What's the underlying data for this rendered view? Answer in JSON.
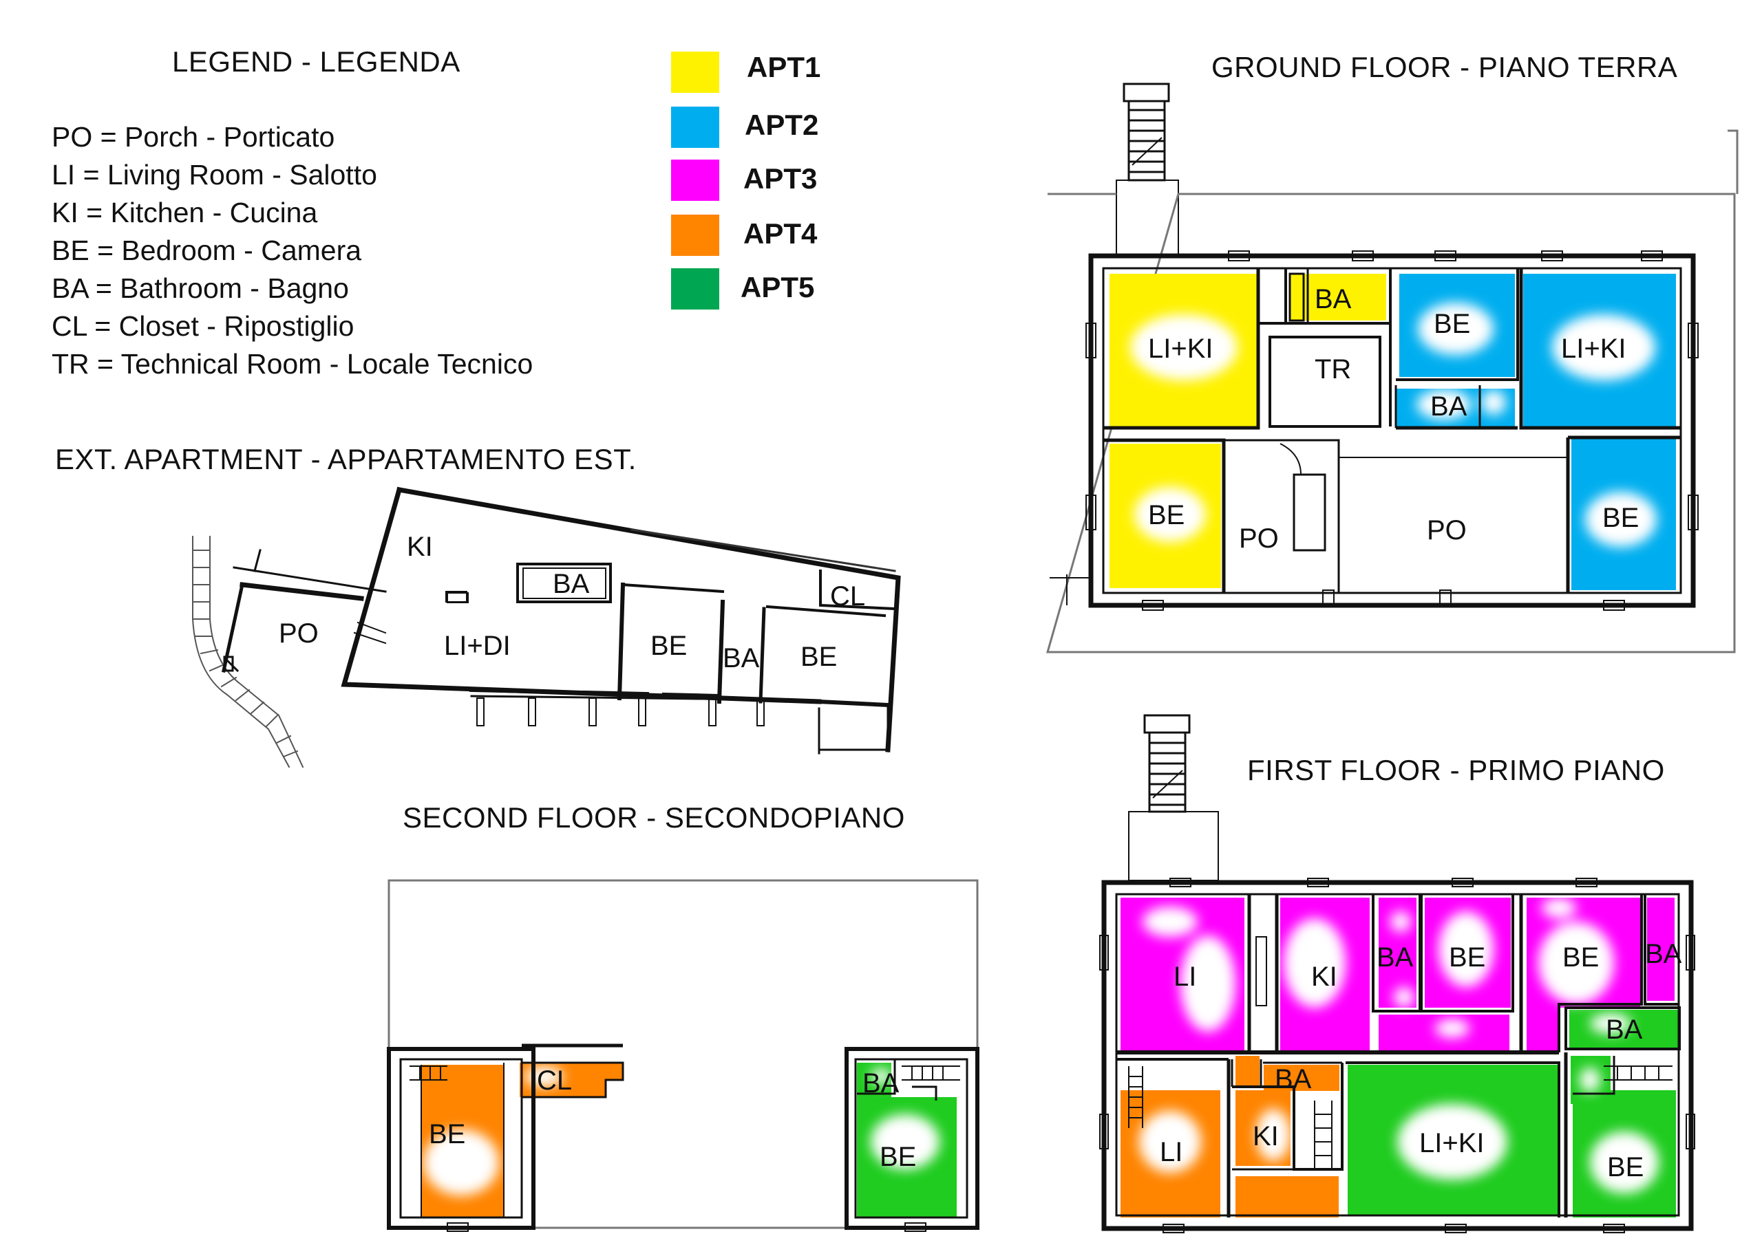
{
  "legend": {
    "title": "LEGEND - LEGENDA",
    "items": [
      "PO = Porch - Porticato",
      "LI = Living Room - Salotto",
      "KI = Kitchen - Cucina",
      "BE = Bedroom - Camera",
      "BA = Bathroom - Bagno",
      "CL = Closet - Ripostiglio",
      "TR = Technical Room - Locale Tecnico"
    ]
  },
  "apartments": [
    {
      "label": "APT1",
      "color": "#fff200"
    },
    {
      "label": "APT2",
      "color": "#00aeef"
    },
    {
      "label": "APT3",
      "color": "#ff00ff"
    },
    {
      "label": "APT4",
      "color": "#ff8400"
    },
    {
      "label": "APT5",
      "color": "#00a651"
    }
  ],
  "headings": {
    "ext": "EXT. APARTMENT - APPARTAMENTO EST.",
    "ground": "GROUND FLOOR - PIANO TERRA",
    "first": "FIRST FLOOR - PRIMO PIANO",
    "second": "SECOND FLOOR - SECONDOPIANO"
  },
  "colors": {
    "apt1": "#fff200",
    "apt2": "#00aeef",
    "apt3": "#ff00ff",
    "apt4": "#ff8400",
    "apt5": "#1fcc1f",
    "apt5_dark": "#00a651",
    "wall": "#111111"
  },
  "ext_rooms": {
    "po": "PO",
    "ki": "KI",
    "li": "LI+DI",
    "ba": "BA",
    "be1": "BE",
    "ba2": "BA",
    "be2": "BE",
    "cl": "CL"
  },
  "ground_rooms": {
    "li1": "LI+KI",
    "ba1": "BA",
    "tr": "TR",
    "be2a": "BE",
    "ba2": "BA",
    "li2": "LI+KI",
    "be1": "BE",
    "po1": "PO",
    "po2": "PO",
    "be2b": "BE"
  },
  "first_rooms": {
    "li3": "LI",
    "ki3": "KI",
    "ba3a": "BA",
    "be3a": "BE",
    "be3b": "BE",
    "ba3b": "BA",
    "ba5": "BA",
    "li4": "LI",
    "ba4": "BA",
    "ki4": "KI",
    "li5": "LI+KI",
    "be5": "BE"
  },
  "second_rooms": {
    "be4": "BE",
    "cl4": "CL",
    "ba5": "BA",
    "be5": "BE"
  }
}
